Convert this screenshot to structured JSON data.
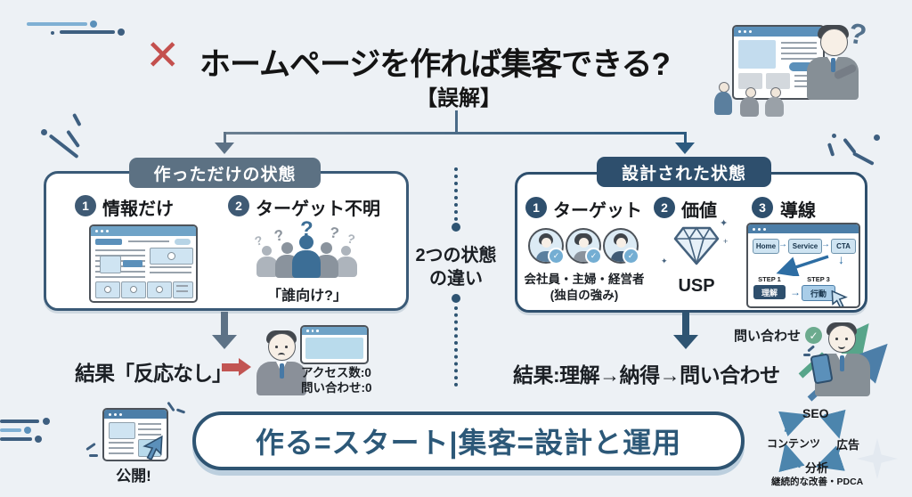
{
  "header": {
    "cross": "✕",
    "title": "ホームページを作れば集客できる?",
    "subtitle": "【誤解】"
  },
  "hero": {
    "question": "?"
  },
  "left_box": {
    "badge": "作っただけの状態",
    "item1": {
      "num": "1",
      "label": "情報だけ"
    },
    "item2": {
      "num": "2",
      "label": "ターゲット不明",
      "caption": "「誰向け?」",
      "q_marks": [
        "?",
        "?",
        "?",
        "?",
        "?"
      ]
    }
  },
  "right_box": {
    "badge": "設計された状態",
    "item1": {
      "num": "1",
      "label": "ターゲット",
      "caption1": "会社員・主婦・経営者",
      "caption2": "(独自の強み)"
    },
    "item2": {
      "num": "2",
      "label": "価値",
      "caption": "USP"
    },
    "item3": {
      "num": "3",
      "label": "導線",
      "flow": {
        "node1": "Home",
        "node2": "Service",
        "node3": "CTA",
        "step1": "STEP 1",
        "step3": "STEP 3",
        "btn1": "理解",
        "btn2": "行動"
      }
    }
  },
  "center_divider": {
    "line1": "2つの状態",
    "line2": "の違い"
  },
  "left_result": {
    "text": "結果「反応なし」",
    "stat1": "アクセス数:0",
    "stat2": "問い合わせ:0"
  },
  "right_result": {
    "text": "結果:理解→納得→問い合わせ",
    "badge": "問い合わせ"
  },
  "banner": {
    "text": "作る=スタート|集客=設計と運用"
  },
  "publish": {
    "label": "公開!"
  },
  "cycle": {
    "top": "SEO",
    "right": "広告",
    "bottom": "分析",
    "left": "コンテンツ",
    "caption": "継続的な改善・PDCA"
  },
  "icons": {
    "arrow_right": "→",
    "arrow_down": "↓",
    "check": "✓"
  },
  "colors": {
    "background": "#edf1f5",
    "navy": "#2e4f6d",
    "slate": "#5c7183",
    "red": "#c4504e",
    "blue": "#5b90ba",
    "light_blue": "#cfe4f2",
    "green": "#57a58a",
    "banner_text": "#2c5878"
  }
}
